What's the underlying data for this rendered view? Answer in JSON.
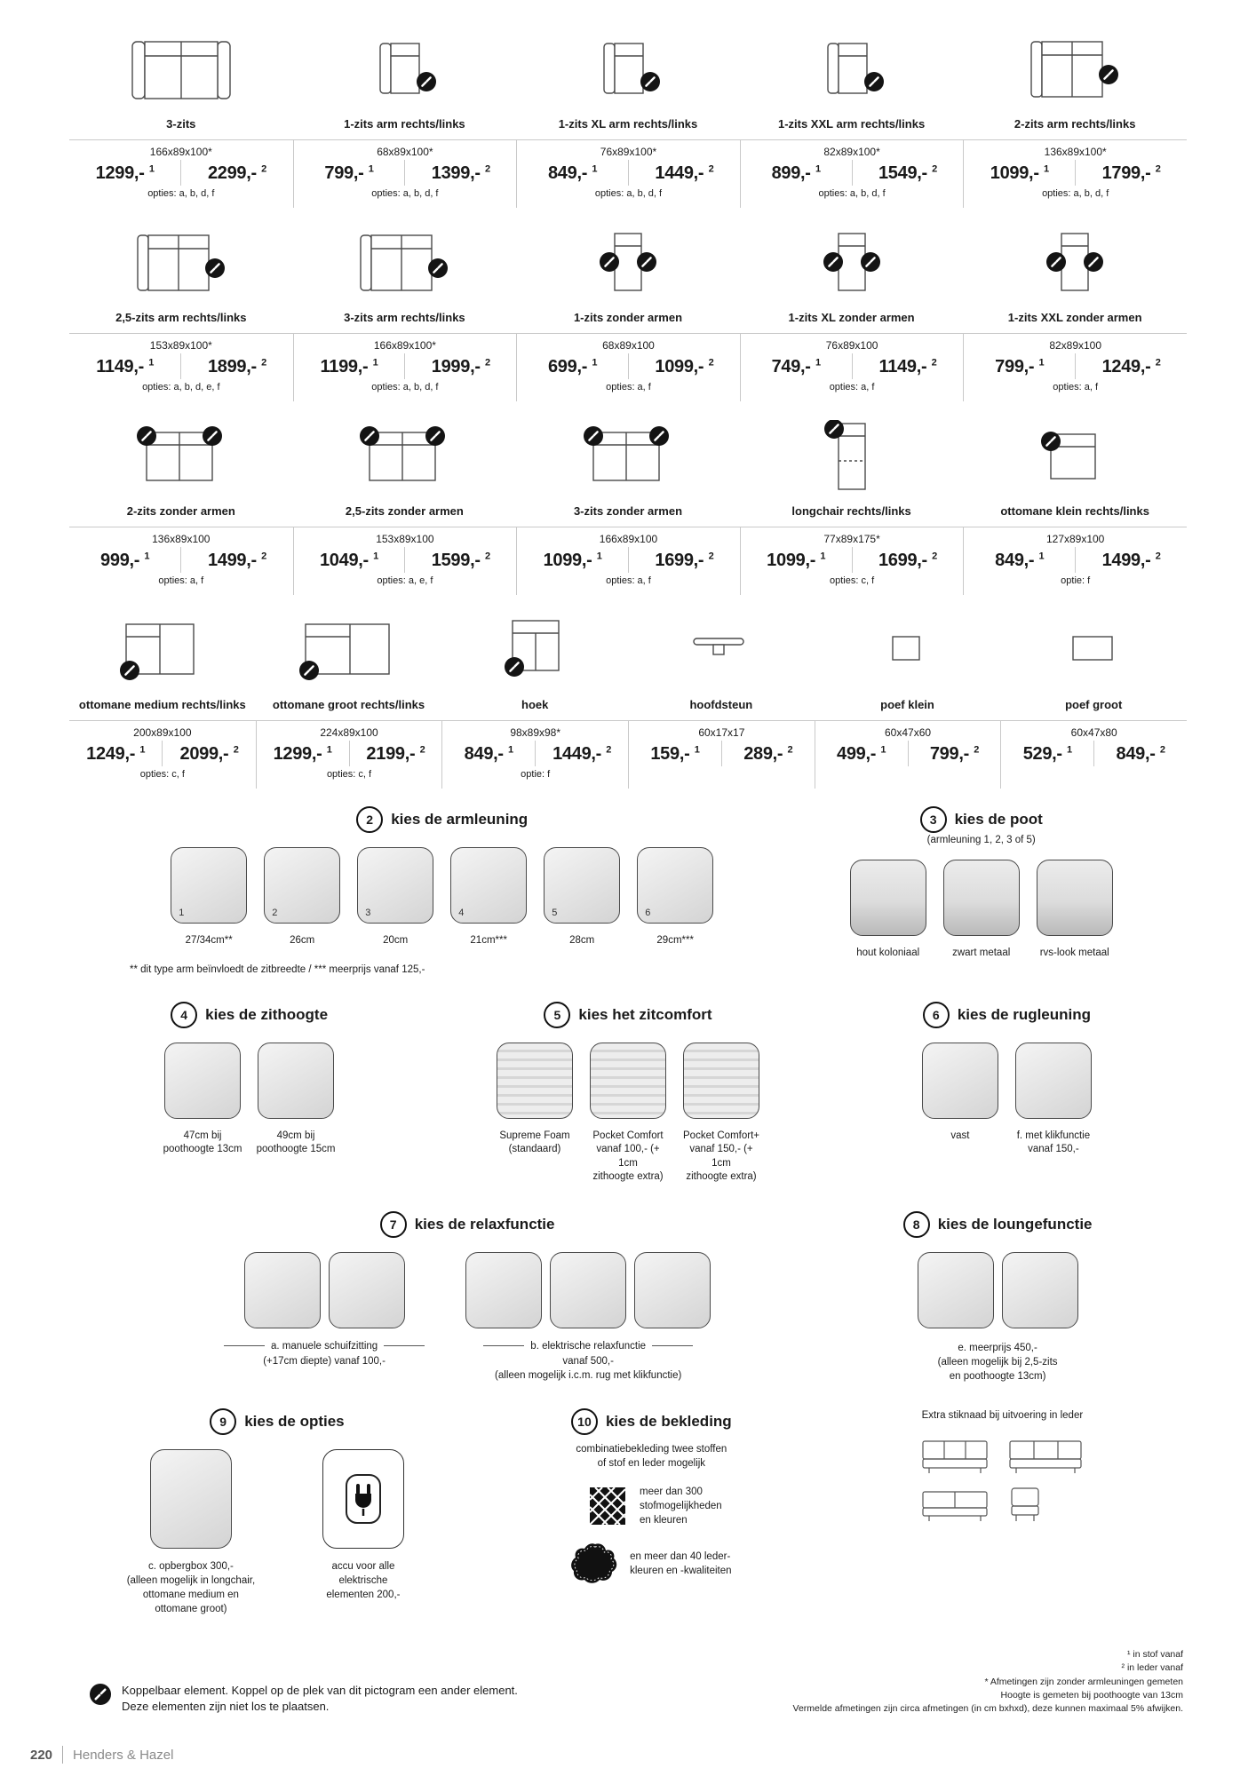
{
  "products": {
    "sup1": "1",
    "sup2": "2",
    "rows": [
      {
        "cells": [
          {
            "title": "3-zits",
            "dims": "166x89x100*",
            "p1": "1299,-",
            "p2": "2299,-",
            "opties": "opties: a, b, d, f",
            "diagram": "sofa3"
          },
          {
            "title": "1-zits arm rechts/links",
            "dims": "68x89x100*",
            "p1": "799,-",
            "p2": "1399,-",
            "opties": "opties: a, b, d, f",
            "diagram": "seat1ArmL"
          },
          {
            "title": "1-zits XL arm rechts/links",
            "dims": "76x89x100*",
            "p1": "849,-",
            "p2": "1449,-",
            "opties": "opties: a, b, d, f",
            "diagram": "seat1ArmL"
          },
          {
            "title": "1-zits XXL arm rechts/links",
            "dims": "82x89x100*",
            "p1": "899,-",
            "p2": "1549,-",
            "opties": "opties: a, b, d, f",
            "diagram": "seat1ArmL"
          },
          {
            "title": "2-zits arm rechts/links",
            "dims": "136x89x100*",
            "p1": "1099,-",
            "p2": "1799,-",
            "opties": "opties: a, b, d, f",
            "diagram": "sofaArmL"
          }
        ]
      },
      {
        "cells": [
          {
            "title": "2,5-zits arm rechts/links",
            "dims": "153x89x100*",
            "p1": "1149,-",
            "p2": "1899,-",
            "opties": "opties: a, b, d, e, f",
            "diagram": "sofaArmL"
          },
          {
            "title": "3-zits arm rechts/links",
            "dims": "166x89x100*",
            "p1": "1199,-",
            "p2": "1999,-",
            "opties": "opties: a, b, d, f",
            "diagram": "sofaArmL"
          },
          {
            "title": "1-zits zonder armen",
            "dims": "68x89x100",
            "p1": "699,-",
            "p2": "1099,-",
            "opties": "opties: a, f",
            "diagram": "seat1NoArm"
          },
          {
            "title": "1-zits XL zonder armen",
            "dims": "76x89x100",
            "p1": "749,-",
            "p2": "1149,-",
            "opties": "opties: a, f",
            "diagram": "seat1NoArm"
          },
          {
            "title": "1-zits XXL zonder armen",
            "dims": "82x89x100",
            "p1": "799,-",
            "p2": "1249,-",
            "opties": "opties: a, f",
            "diagram": "seat1NoArm"
          }
        ]
      },
      {
        "cells": [
          {
            "title": "2-zits zonder armen",
            "dims": "136x89x100",
            "p1": "999,-",
            "p2": "1499,-",
            "opties": "opties: a, f",
            "diagram": "sofaNoArm"
          },
          {
            "title": "2,5-zits zonder armen",
            "dims": "153x89x100",
            "p1": "1049,-",
            "p2": "1599,-",
            "opties": "opties: a, e, f",
            "diagram": "sofaNoArm"
          },
          {
            "title": "3-zits zonder armen",
            "dims": "166x89x100",
            "p1": "1099,-",
            "p2": "1699,-",
            "opties": "opties: a, f",
            "diagram": "sofaNoArm"
          },
          {
            "title": "longchair rechts/links",
            "dims": "77x89x175*",
            "p1": "1099,-",
            "p2": "1699,-",
            "opties": "opties: c, f",
            "diagram": "longchair"
          },
          {
            "title": "ottomane klein rechts/links",
            "dims": "127x89x100",
            "p1": "849,-",
            "p2": "1499,-",
            "opties": "optie: f",
            "diagram": "ottoKlein"
          }
        ]
      },
      {
        "cells": [
          {
            "title": "ottomane medium rechts/links",
            "dims": "200x89x100",
            "p1": "1249,-",
            "p2": "2099,-",
            "opties": "opties: c, f",
            "diagram": "ottoMedium"
          },
          {
            "title": "ottomane groot rechts/links",
            "dims": "224x89x100",
            "p1": "1299,-",
            "p2": "2199,-",
            "opties": "opties: c, f",
            "diagram": "ottoGroot"
          },
          {
            "title": "hoek",
            "dims": "98x89x98*",
            "p1": "849,-",
            "p2": "1449,-",
            "opties": "optie: f",
            "diagram": "hoek"
          },
          {
            "title": "hoofdsteun",
            "dims": "60x17x17",
            "p1": "159,-",
            "p2": "289,-",
            "opties": "",
            "diagram": "hoofdsteun"
          },
          {
            "title": "poef klein",
            "dims": "60x47x60",
            "p1": "499,-",
            "p2": "799,-",
            "opties": "",
            "diagram": "poefKlein"
          },
          {
            "title": "poef groot",
            "dims": "60x47x80",
            "p1": "529,-",
            "p2": "849,-",
            "opties": "",
            "diagram": "poefGroot"
          }
        ]
      }
    ]
  },
  "sections": {
    "s2": {
      "num": "2",
      "title": "kies de armleuning",
      "items": [
        {
          "n": "1",
          "label": "27/34cm**"
        },
        {
          "n": "2",
          "label": "26cm"
        },
        {
          "n": "3",
          "label": "20cm"
        },
        {
          "n": "4",
          "label": "21cm***"
        },
        {
          "n": "5",
          "label": "28cm"
        },
        {
          "n": "6",
          "label": "29cm***"
        }
      ],
      "footnote": "** dit type arm beïnvloedt de zitbreedte / *** meerprijs vanaf 125,-"
    },
    "s3": {
      "num": "3",
      "title": "kies de poot",
      "subtitle": "(armleuning 1, 2, 3 of 5)",
      "labels": [
        "hout koloniaal",
        "zwart metaal",
        "rvs-look metaal"
      ]
    },
    "s4": {
      "num": "4",
      "title": "kies de zithoogte",
      "labels": [
        "47cm bij\npoothoogte 13cm",
        "49cm bij\npoothoogte 15cm"
      ]
    },
    "s5": {
      "num": "5",
      "title": "kies het zitcomfort",
      "labels": [
        "Supreme Foam\n(standaard)",
        "Pocket Comfort\nvanaf 100,- (+ 1cm\nzithoogte extra)",
        "Pocket Comfort+\nvanaf 150,- (+ 1cm\nzithoogte extra)"
      ]
    },
    "s6": {
      "num": "6",
      "title": "kies de rugleuning",
      "labels": [
        "vast",
        "f. met klikfunctie\nvanaf 150,-"
      ]
    },
    "s7": {
      "num": "7",
      "title": "kies de relaxfunctie",
      "groups": [
        {
          "line1": "a. manuele schuifzitting",
          "rest": "(+17cm diepte) vanaf 100,-"
        },
        {
          "line1": "b. elektrische relaxfunctie",
          "rest": "vanaf 500,-\n(alleen mogelijk i.c.m. rug met klikfunctie)"
        }
      ]
    },
    "s8": {
      "num": "8",
      "title": "kies de loungefunctie",
      "caption": "e. meerprijs 450,-\n(alleen mogelijk bij 2,5-zits\nen poothoogte 13cm)"
    },
    "s9": {
      "num": "9",
      "title": "kies de opties",
      "items": [
        {
          "caption": "c. opbergbox 300,-\n(alleen mogelijk in longchair,\nottomane medium en\nottomane groot)"
        },
        {
          "caption": "accu voor alle\nelektrische\nelementen 200,-"
        }
      ]
    },
    "s10": {
      "num": "10",
      "title": "kies de bekleding",
      "intro": "combinatiebekleding twee stoffen\nof stof en leder mogelijk",
      "fabric_caption": "meer dan 300\nstofmogelijkheden\nen kleuren",
      "leather_caption": "en meer dan 40 leder-\nkleuren en -kwaliteiten",
      "extra": "Extra stiknaad bij uitvoering in leder"
    }
  },
  "footer": {
    "koppel_line1": "Koppelbaar element. Koppel op de plek van dit pictogram een ander element.",
    "koppel_line2": "Deze elementen zijn niet los te plaatsen.",
    "note1": "¹ in stof vanaf",
    "note2": "² in leder vanaf",
    "note3": "* Afmetingen zijn zonder armleuningen gemeten",
    "note4": "Hoogte is gemeten bij poothoogte van 13cm",
    "note5": "Vermelde afmetingen zijn circa afmetingen (in cm bxhxd), deze kunnen maximaal 5% afwijken.",
    "page_number": "220",
    "brand": "Henders & Hazel"
  },
  "colors": {
    "accent": "#111111",
    "rule": "#c9c9c9",
    "text": "#1a1a1a",
    "brand_gray": "#8a8a8a"
  }
}
